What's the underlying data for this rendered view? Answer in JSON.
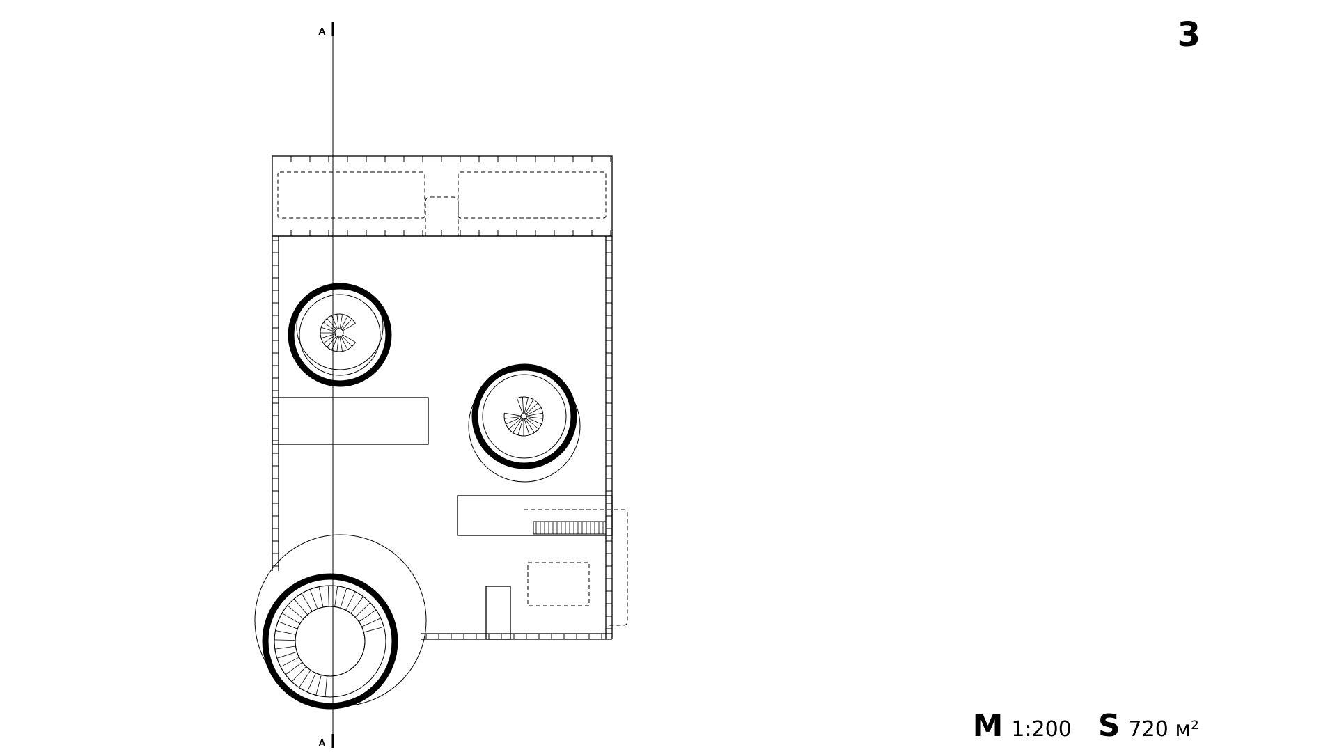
{
  "sheet": {
    "number": "3"
  },
  "section_marker": {
    "label_top": "A",
    "label_bottom": "A"
  },
  "legend": {
    "scale_key": "M",
    "scale_value": "1:200",
    "area_key": "S",
    "area_value": "720 м²"
  }
}
